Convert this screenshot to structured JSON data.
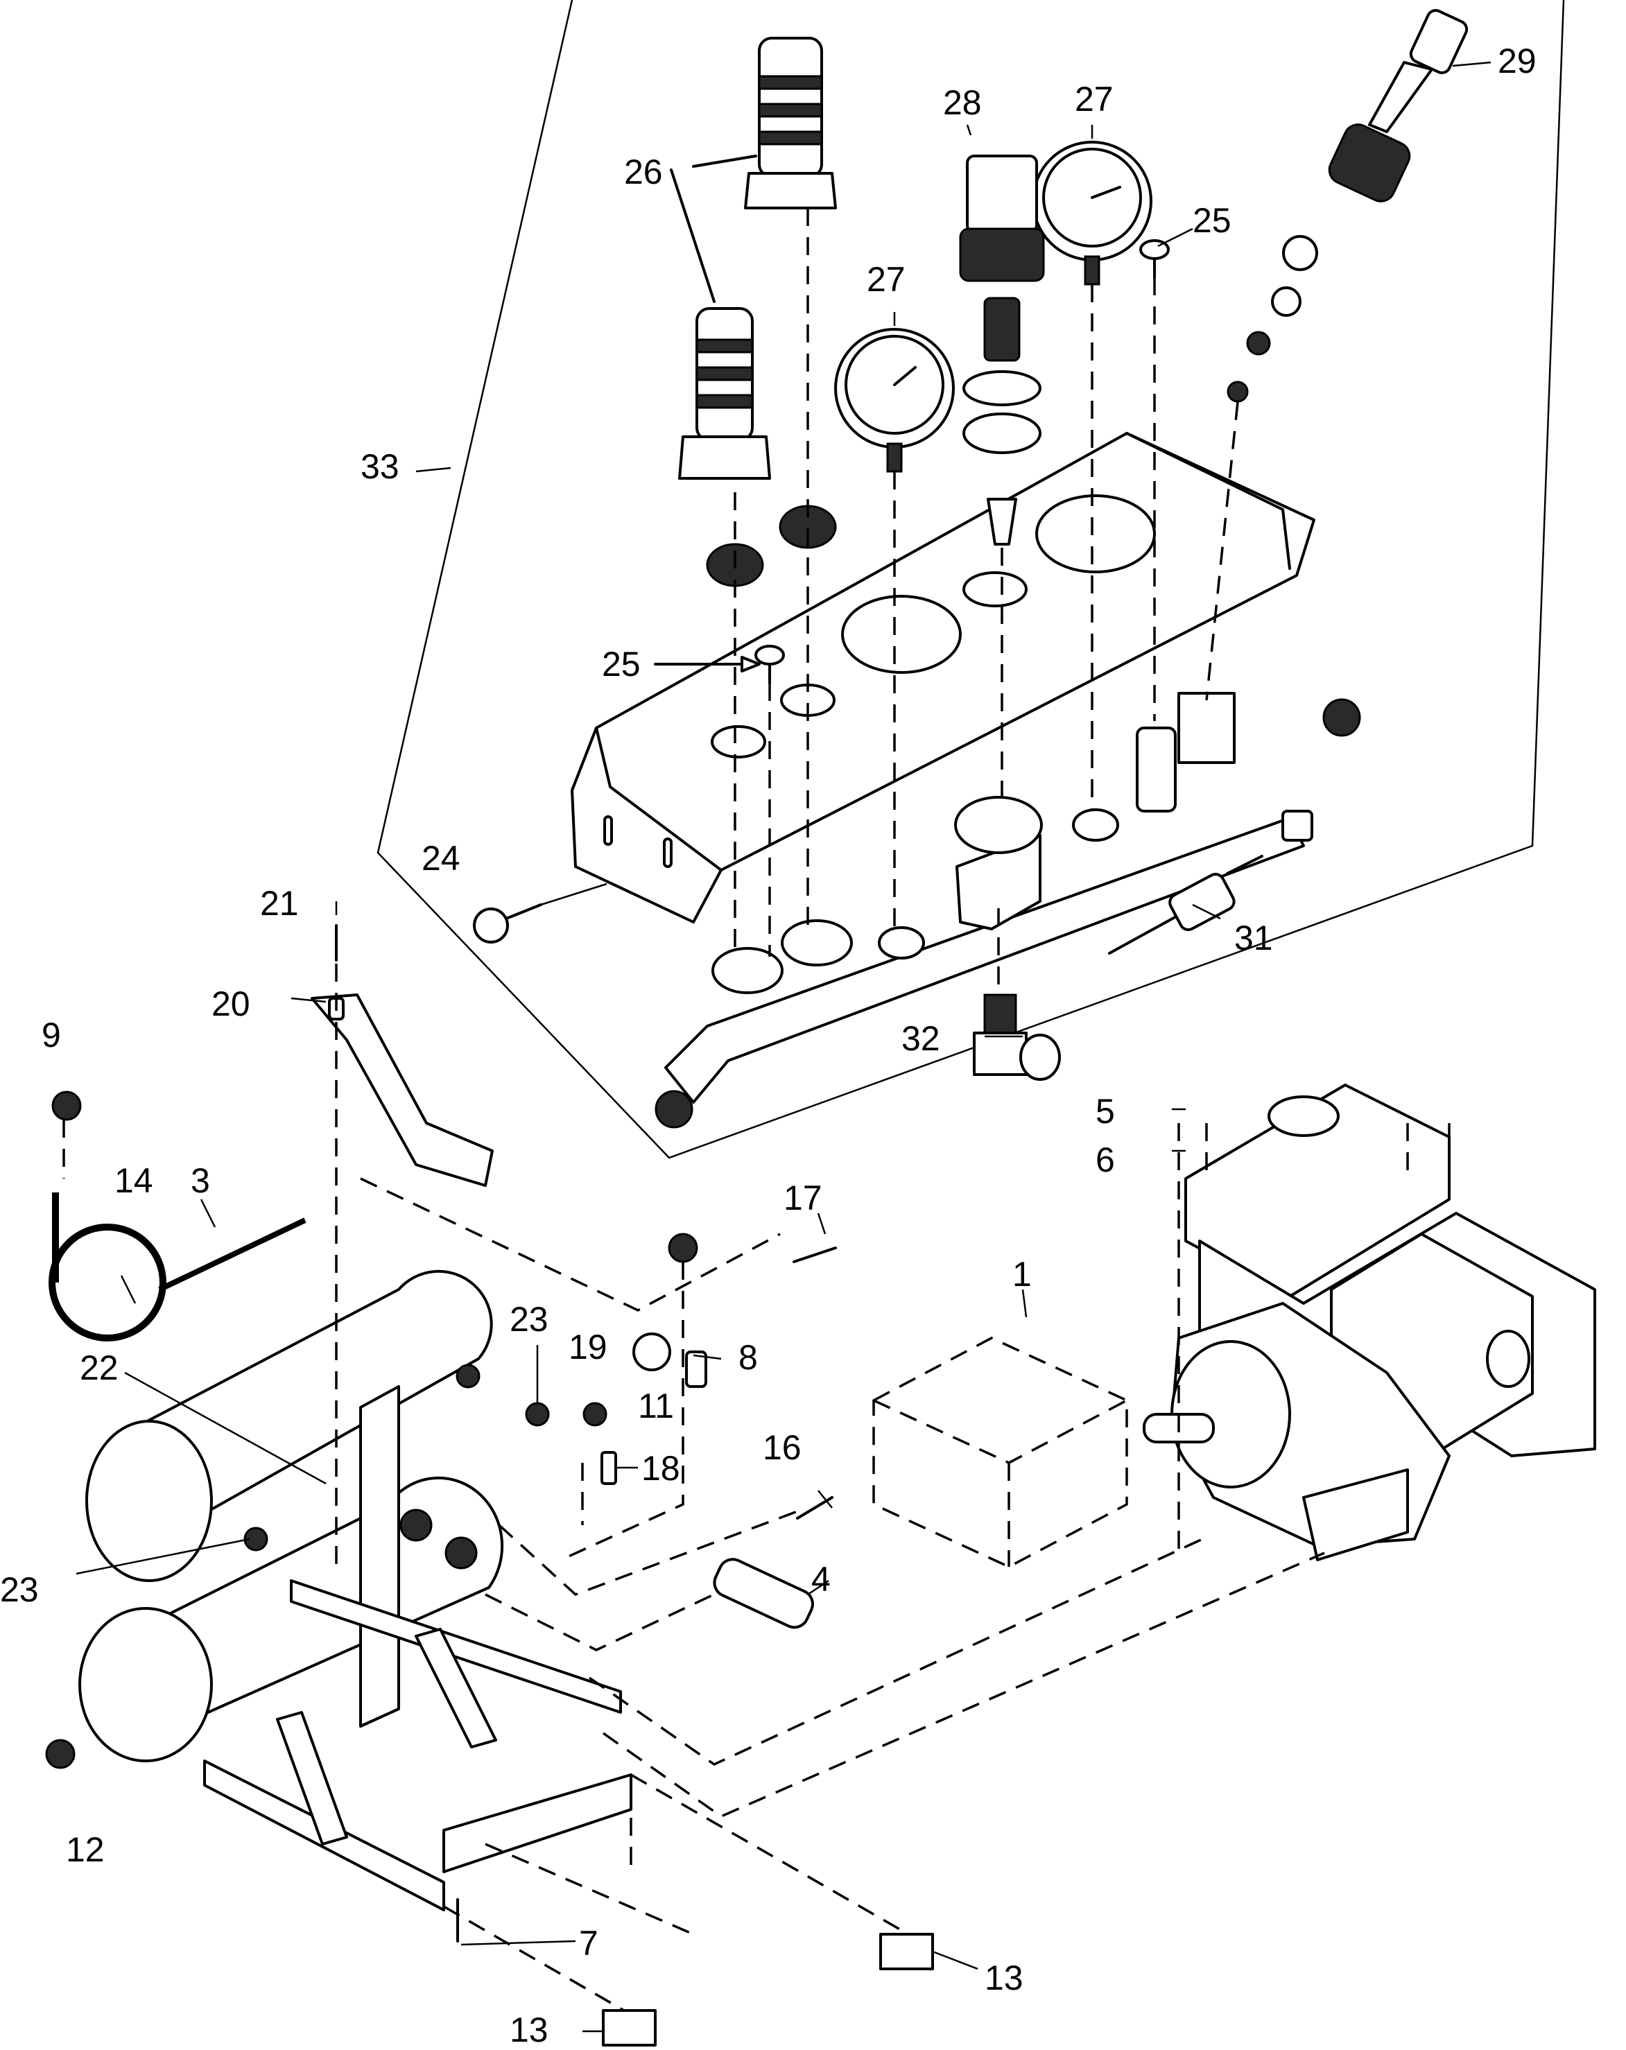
{
  "callouts": {
    "c1": "1",
    "c3": "3",
    "c4": "4",
    "c5": "5",
    "c6": "6",
    "c7": "7",
    "c8": "8",
    "c9": "9",
    "c11": "11",
    "c12": "12",
    "c13a": "13",
    "c13b": "13",
    "c14": "14",
    "c16": "16",
    "c17": "17",
    "c18": "18",
    "c19": "19",
    "c20": "20",
    "c21": "21",
    "c22": "22",
    "c23a": "23",
    "c23b": "23",
    "c24": "24",
    "c25a": "25",
    "c25b": "25",
    "c26": "26",
    "c27a": "27",
    "c27b": "27",
    "c28": "28",
    "c29": "29",
    "c31": "31",
    "c32": "32",
    "c33": "33"
  },
  "colors": {
    "ink": "#000000",
    "paper": "#ffffff",
    "fill_dark": "#2a2a2a",
    "fill_grey": "#bdbdbd"
  }
}
